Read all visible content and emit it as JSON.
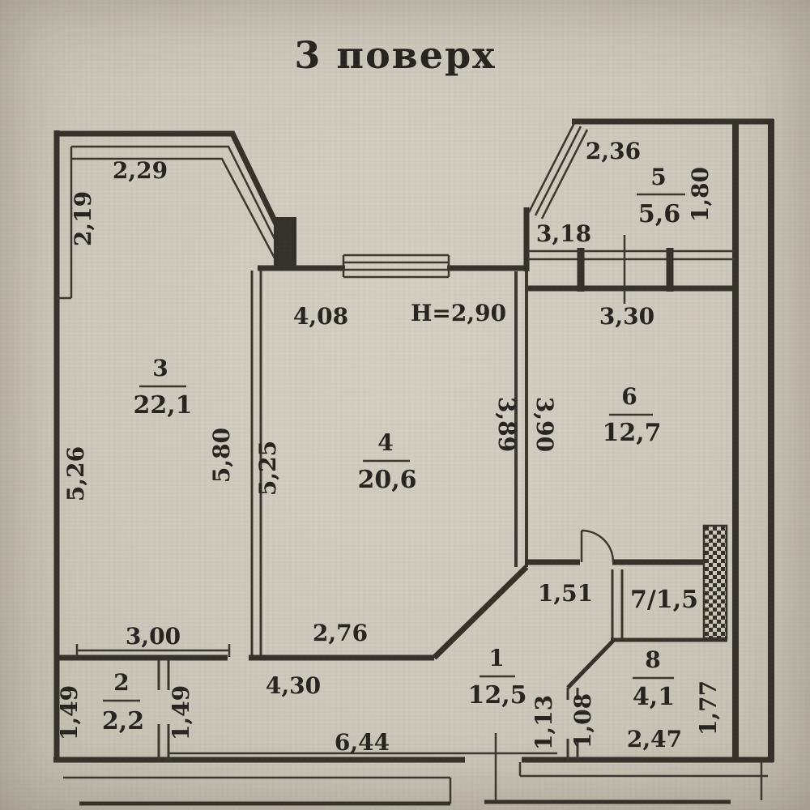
{
  "title": "3 поверх",
  "floor_note": "H=2,90",
  "paper_color": "#cdc9bc",
  "ink_color": "#343129",
  "rooms": {
    "r1": {
      "number": "1",
      "area": "12,5"
    },
    "r2": {
      "number": "2",
      "area": "2,2"
    },
    "r3": {
      "number": "3",
      "area": "22,1"
    },
    "r4": {
      "number": "4",
      "area": "20,6"
    },
    "r5": {
      "number": "5",
      "area": "5,6"
    },
    "r6": {
      "number": "6",
      "area": "12,7"
    },
    "r7": {
      "label": "7/1,5"
    },
    "r8": {
      "number": "8",
      "area": "4,1"
    }
  },
  "dims": {
    "bay_top": "2,29",
    "bay_left": "2,19",
    "r3_left": "5,26",
    "r3_right": "5,80",
    "r3_bottom": "3,00",
    "r4_top": "4,08",
    "r4_left": "5,25",
    "r4_right_inner": "3,89",
    "r4_right_outer": "3,90",
    "r4_bottom": "2,76",
    "r5_diagonal": "2,36",
    "r5_bottom": "3,18",
    "r5_right": "1,80",
    "r6_top": "3,30",
    "passage": "1,51",
    "hall_top": "4,30",
    "hall_bottom": "6,44",
    "r2_left": "1,49",
    "corridor_width": "1,49",
    "w1": "1,13",
    "w2": "1,08",
    "r8_bottom": "2,47",
    "r8_right": "1,77"
  }
}
